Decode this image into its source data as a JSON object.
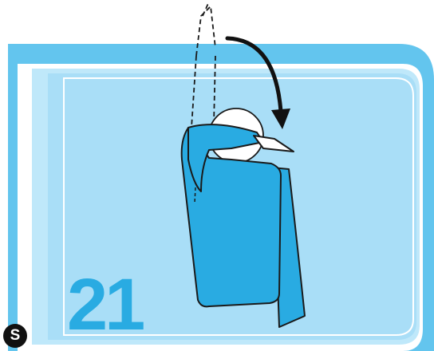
{
  "step": {
    "number": "21"
  },
  "badge": {
    "letter": "S"
  },
  "colors": {
    "panel_border": "#63c5ee",
    "panel_fill": "#a9def7",
    "garment": "#29abe2",
    "garment_outline": "#1a1a1a",
    "arrow": "#111111"
  },
  "icons": [
    "curved-arrow-icon",
    "raised-arm-dashed-outline",
    "garment-body"
  ]
}
